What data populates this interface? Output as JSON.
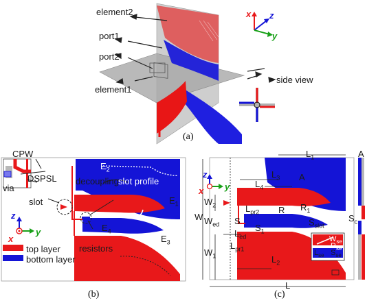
{
  "panel_a": {
    "caption": "(a)",
    "labels": {
      "element2": "element2",
      "port1": "port1",
      "port2": "port2",
      "element1": "element1",
      "side_view": "side view"
    },
    "axes": {
      "x": "x",
      "y": "y",
      "z": "z"
    }
  },
  "panel_b": {
    "caption": "(b)",
    "labels": {
      "cpw": "CPW",
      "via": "via",
      "dspsl": "DSPSL",
      "slot": "slot",
      "e2": "E",
      "e2_sub": "2",
      "e1": "E",
      "e1_sub": "1",
      "e3": "E",
      "e3_sub": "3",
      "e4": "E",
      "e4_sub": "4",
      "slot_profile": "slot profile",
      "decoupling": "decoupling",
      "resistors": "resistors"
    },
    "axes": {
      "x": "x",
      "y": "y",
      "z": "z"
    },
    "legend": [
      {
        "label": "top layer",
        "color": "#e8181a"
      },
      {
        "label": "bottom layer",
        "color": "#1414d6"
      }
    ]
  },
  "panel_c": {
    "caption": "(c)",
    "labels": {
      "L1": "L",
      "L1_sub": "1",
      "L2": "L",
      "L2_sub": "2",
      "L3": "L",
      "L3_sub": "3",
      "L4": "L",
      "L4_sub": "4",
      "L": "L",
      "A": "A",
      "A_side": "A",
      "W": "W",
      "W1": "W",
      "W1_sub": "1",
      "W2": "W",
      "W2_sub": "2",
      "Wed": "W",
      "Wed_sub": "ed",
      "Lpr2": "L",
      "Lpr2_sub": "pr2",
      "Lpr1": "L",
      "Lpr1_sub": "pr1",
      "Led": "L",
      "Led_sub": "ed",
      "R": "R",
      "R1": "R",
      "R1_sub": "1",
      "S": "S",
      "S1": "S",
      "S1_sub": "1",
      "Sslot": "S",
      "Sslot_sub": "slot",
      "Sc": "S",
      "Sc_sub": "c",
      "Lse": "L",
      "Lse_sub": "se",
      "Sse": "S",
      "Sse_sub": "se",
      "Wse": "W",
      "Wse_sub": "se",
      "Rse": "R",
      "Rse_sub": "se"
    },
    "axes": {
      "x": "x",
      "y": "y",
      "z": "z"
    }
  },
  "colors": {
    "top_layer": "#e8181a",
    "bottom_layer": "#1414d6",
    "substrate": "#c8c8c8",
    "axis_x": "#e8181a",
    "axis_y": "#18a018",
    "axis_z": "#1414d6"
  }
}
